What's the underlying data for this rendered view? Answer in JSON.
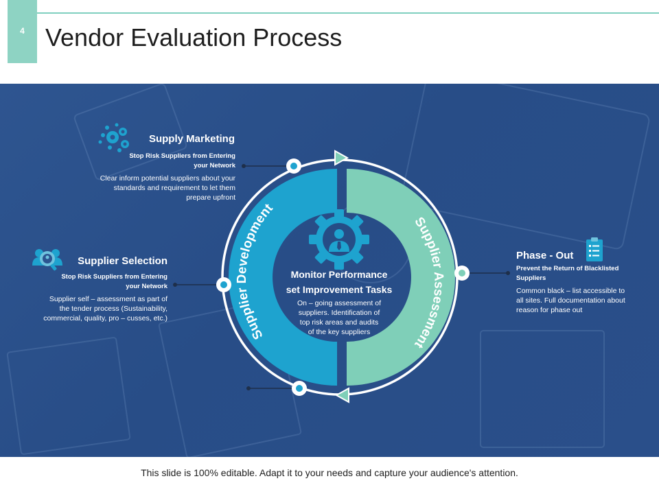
{
  "slide": {
    "number": "4",
    "title": "Vendor Evaluation Process"
  },
  "diagram": {
    "segments": {
      "left": "Supplier Development",
      "right": "Supplier Assessment"
    },
    "center": {
      "title_line1": "Monitor Performance",
      "title_line2": "set Improvement Tasks",
      "body_line1": "On – going assessment of",
      "body_line2": "suppliers. Identification of",
      "body_line3": "top risk areas and audits",
      "body_line4": "of the key suppliers",
      "icon": "gear-person-icon"
    },
    "colors": {
      "blue_arc": "#1ea3cf",
      "teal_arc": "#7fcfb8",
      "ring": "#ffffff"
    }
  },
  "supply_marketing": {
    "heading": "Supply Marketing",
    "sub_line1": "Stop Risk Suppliers from Entering",
    "sub_line2": "your Network",
    "body_line1": "Clear inform potential suppliers about your",
    "body_line2": "standards and requirement to let them",
    "body_line3": "prepare upfront",
    "icon": "gears-network-icon"
  },
  "supplier_selection": {
    "heading": "Supplier Selection",
    "sub_line1": "Stop Risk Suppliers from Entering",
    "sub_line2": "your Network",
    "body_line1": "Supplier self – assessment as part of",
    "body_line2": "the tender process (Sustainability,",
    "body_line3": "commercial, quality, pro – cusses, etc.)",
    "icon": "people-search-icon"
  },
  "phase_out": {
    "heading": "Phase - Out",
    "sub_line1": "Prevent the Return of Blacklisted",
    "sub_line2": "Suppliers",
    "body_line1": "Common black – list accessible to",
    "body_line2": "all sites. Full documentation about",
    "body_line3": "reason for phase out",
    "icon": "clipboard-checklist-icon"
  },
  "footer": {
    "text": "This slide is 100% editable. Adapt it to your needs and capture your audience's attention."
  }
}
